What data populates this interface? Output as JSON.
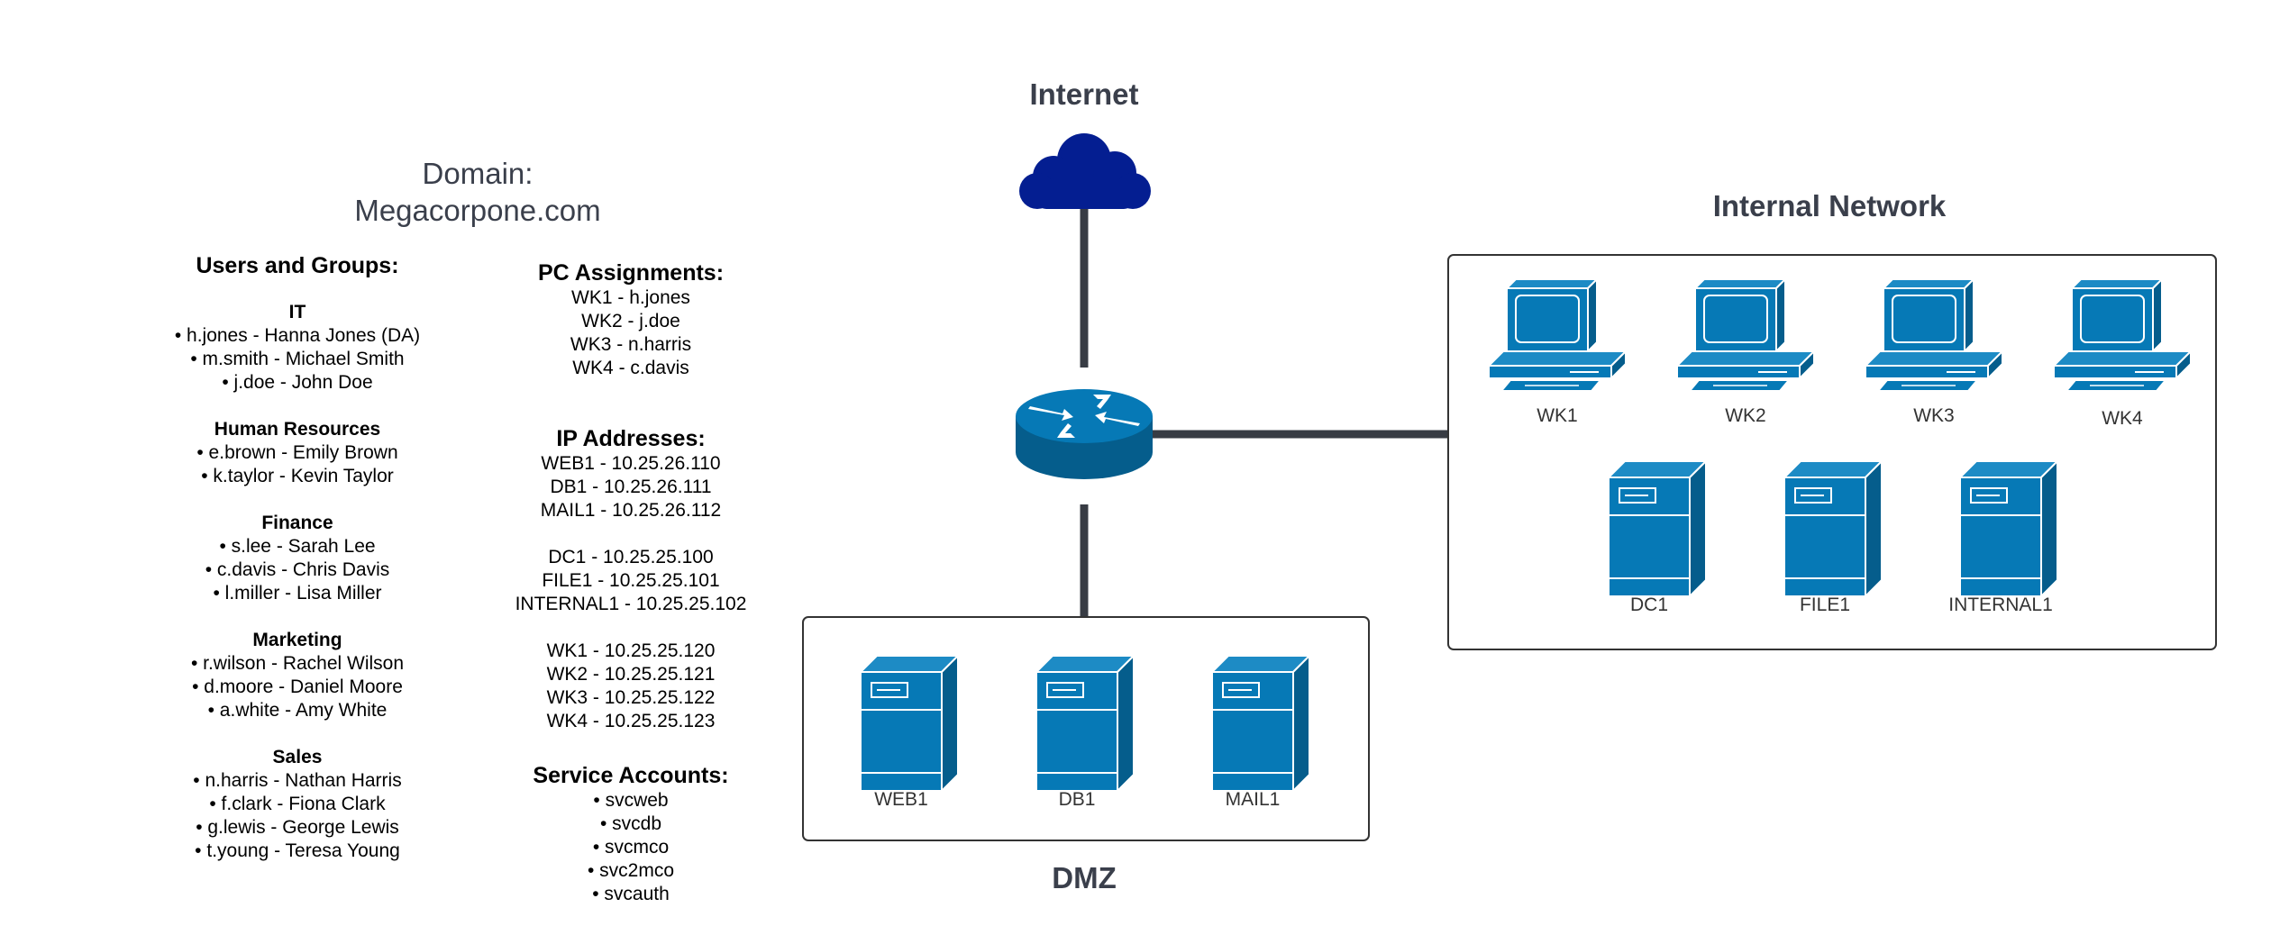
{
  "domain": {
    "title_line1": "Domain:",
    "title_line2": "Megacorpone.com"
  },
  "users_groups": {
    "heading": "Users and Groups:",
    "groups": [
      {
        "name": "IT",
        "members": [
          "• h.jones - Hanna Jones (DA)",
          "• m.smith - Michael Smith",
          "• j.doe - John Doe"
        ]
      },
      {
        "name": "Human Resources",
        "members": [
          "• e.brown - Emily Brown",
          "• k.taylor - Kevin Taylor"
        ]
      },
      {
        "name": "Finance",
        "members": [
          "• s.lee - Sarah Lee",
          "• c.davis - Chris Davis",
          "• l.miller - Lisa Miller"
        ]
      },
      {
        "name": "Marketing",
        "members": [
          "• r.wilson - Rachel Wilson",
          "• d.moore - Daniel Moore",
          "• a.white - Amy White"
        ]
      },
      {
        "name": "Sales",
        "members": [
          "• n.harris - Nathan Harris",
          "• f.clark - Fiona Clark",
          "• g.lewis - George Lewis",
          "• t.young - Teresa Young"
        ]
      }
    ]
  },
  "pc_assignments": {
    "heading": "PC Assignments:",
    "items": [
      "WK1 - h.jones",
      "WK2 - j.doe",
      "WK3 - n.harris",
      "WK4 - c.davis"
    ]
  },
  "ip_addresses": {
    "heading": "IP Addresses:",
    "groups": [
      [
        "WEB1 - 10.25.26.110",
        "DB1 - 10.25.26.111",
        "MAIL1 - 10.25.26.112"
      ],
      [
        "DC1 - 10.25.25.100",
        "FILE1 - 10.25.25.101",
        "INTERNAL1 - 10.25.25.102"
      ],
      [
        "WK1 - 10.25.25.120",
        "WK2 - 10.25.25.121",
        "WK3 - 10.25.25.122",
        "WK4 - 10.25.25.123"
      ]
    ]
  },
  "service_accounts": {
    "heading": "Service Accounts:",
    "items": [
      "• svcweb",
      "• svcdb",
      "• svcmco",
      "• svc2mco",
      "• svcauth"
    ]
  },
  "network": {
    "internet_label": "Internet",
    "internal_label": "Internal Network",
    "dmz_label": "DMZ",
    "workstations": [
      "WK1",
      "WK2",
      "WK3",
      "WK4"
    ],
    "internal_servers": [
      "DC1",
      "FILE1",
      "INTERNAL1"
    ],
    "dmz_servers": [
      "WEB1",
      "DB1",
      "MAIL1"
    ]
  },
  "colors": {
    "cloud": "#041e91",
    "device": "#0679b6",
    "device_dark": "#055d8c",
    "link": "#383c44",
    "heading_text": "#3a3f4b"
  },
  "icons": {
    "internet": "cloud-icon",
    "router": "router-icon",
    "workstation": "desktop-computer-icon",
    "server": "tower-server-icon"
  }
}
